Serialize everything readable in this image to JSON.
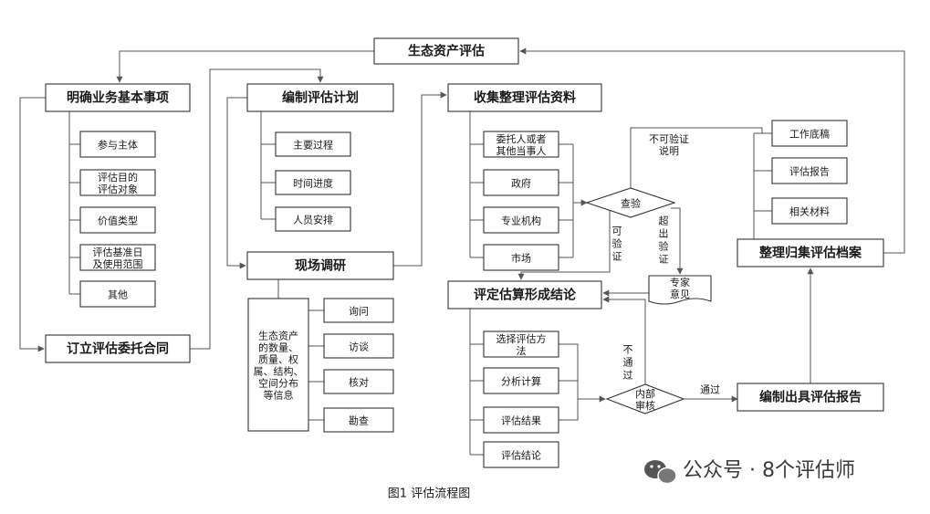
{
  "title": "生态资产评估",
  "main": {
    "ming": "明确业务基本事项",
    "bianzhi": "编制评估计划",
    "shouji": "收集整理评估资料",
    "dingli": "订立评估委托合同",
    "xianchang": "现场调研",
    "pingding": "评定估算形成结论",
    "zhengli": "整理归集评估档案",
    "bianzhichu": "编制出具评估报告"
  },
  "ming_items": [
    [
      "参与主体"
    ],
    [
      "评估目的",
      "评估对象"
    ],
    [
      "价值类型"
    ],
    [
      "评估基准日",
      "及使用范围"
    ],
    [
      "其他"
    ]
  ],
  "bianzhi_items": [
    "主要过程",
    "时间进度",
    "人员安排"
  ],
  "shouji_items": [
    [
      "委托人或者",
      "其他当事人"
    ],
    [
      "政府"
    ],
    [
      "专业机构"
    ],
    [
      "市场"
    ]
  ],
  "xianchang_info": [
    "生态资产",
    "的数量、",
    "质量、权",
    "属、结构、",
    "空间分布",
    "等信息"
  ],
  "xianchang_items": [
    "询问",
    "访谈",
    "核对",
    "勘查"
  ],
  "archive_items": [
    "工作底稿",
    "评估报告",
    "相关材料"
  ],
  "pingding_items": [
    [
      "选择评估方",
      "法"
    ],
    [
      "分析计算"
    ],
    [
      "评估结果"
    ],
    [
      "评估结论"
    ]
  ],
  "check": {
    "label": "查验",
    "unverifiable": [
      "不可验证",
      "说明"
    ],
    "verifiable": [
      "可",
      "验",
      "证"
    ],
    "beyond": [
      "超",
      "出",
      "验",
      "证"
    ],
    "expert": [
      "专家",
      "意见"
    ]
  },
  "review": {
    "label": [
      "内部",
      "审核"
    ],
    "fail": [
      "不",
      "通",
      "过"
    ],
    "pass": "通过"
  },
  "caption": "图1 评估流程图",
  "watermark": "公众号 · 8个评估师",
  "colors": {
    "stroke": "#333333",
    "line": "#555555",
    "background": "#ffffff"
  },
  "icons": {
    "watermark": "wechat-icon"
  }
}
